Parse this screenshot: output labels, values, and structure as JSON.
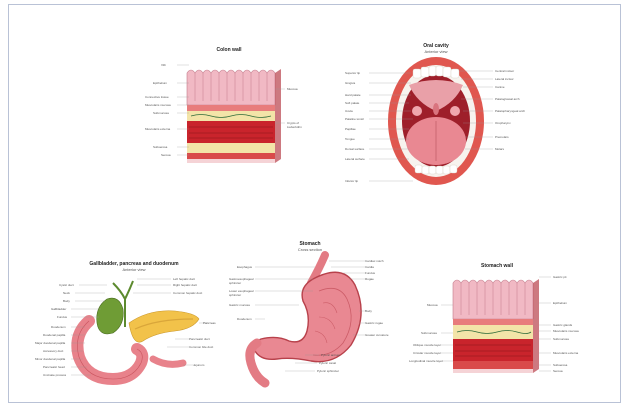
{
  "panels": {
    "colon": {
      "title": "Colon wall",
      "labels_left": [
        "Villi",
        "Epithelium",
        "Connective tissue",
        "Muscularis mucosa",
        "Submucosa",
        "Muscularis externa",
        "Subserosa",
        "Serosa"
      ],
      "labels_right": [
        "Mucosa",
        "Crypts of Lieberkühn"
      ]
    },
    "oral": {
      "title": "Oral cavity",
      "subtitle": "Anterior view",
      "labels_left": [
        "Superior lip",
        "Gingiva",
        "Hard palate",
        "Soft palate",
        "Uvula",
        "Palatine tonsil",
        "Papillae",
        "Tongue",
        "Dorsal surface",
        "Lateral surface",
        "Inferior lip"
      ],
      "labels_right": [
        "Central incisor",
        "Lateral incisor",
        "Canine",
        "Palatoglossal arch",
        "Palatopharyngeal arch",
        "Oropharynx",
        "Premolars",
        "Molars"
      ]
    },
    "gallbladder": {
      "title": "Gallbladder, pancreas and duodenum",
      "subtitle": "Anterior view",
      "labels_left": [
        "Cystic duct",
        "Neck",
        "Body",
        "Gallbladder",
        "Fundus",
        "Duodenum",
        "Duodenal papilla",
        "Major duodenal papilla",
        "Accessory duct",
        "Minor duodenal papilla",
        "Pancreatic head",
        "Uncinate process"
      ],
      "labels_right": [
        "Left hepatic duct",
        "Right hepatic duct",
        "Common hepatic duct",
        "Pancreas",
        "Pancreatic duct",
        "Common bile duct",
        "Jejunum"
      ]
    },
    "stomach": {
      "title": "Stomach",
      "subtitle": "Cross section",
      "labels_left": [
        "Esophagus",
        "Gastroesophageal sphincter",
        "Lower esophageal sphincter",
        "Gastric mucosa",
        "Duodenum"
      ],
      "labels_right": [
        "Cardiac notch",
        "Cardia",
        "Fundus",
        "Rugae",
        "Body",
        "Gastric rugae",
        "Greater curvature",
        "Pyloric antrum",
        "Pyloric canal",
        "Pyloric sphincter"
      ]
    },
    "stomach_wall": {
      "title": "Stomach wall",
      "labels_left": [
        "Mucosa",
        "Submucosa",
        "Oblique muscle layer",
        "Circular muscle layer",
        "Longitudinal muscle layer"
      ],
      "labels_right": [
        "Gastric pit",
        "Epithelium",
        "Gastric glands",
        "Muscularis mucosa",
        "Submucosa",
        "Muscularis externa",
        "Subserosa",
        "Serosa"
      ]
    }
  },
  "colors": {
    "tissue_pink": "#f1b9c4",
    "muscle_red": "#c9242c",
    "fat_yellow": "#f3e4a8",
    "lip_red": "#e0574f",
    "pancreas_yellow": "#f2c24a",
    "bile_green": "#5c8a2e",
    "frame_border": "#b9c2d6"
  }
}
